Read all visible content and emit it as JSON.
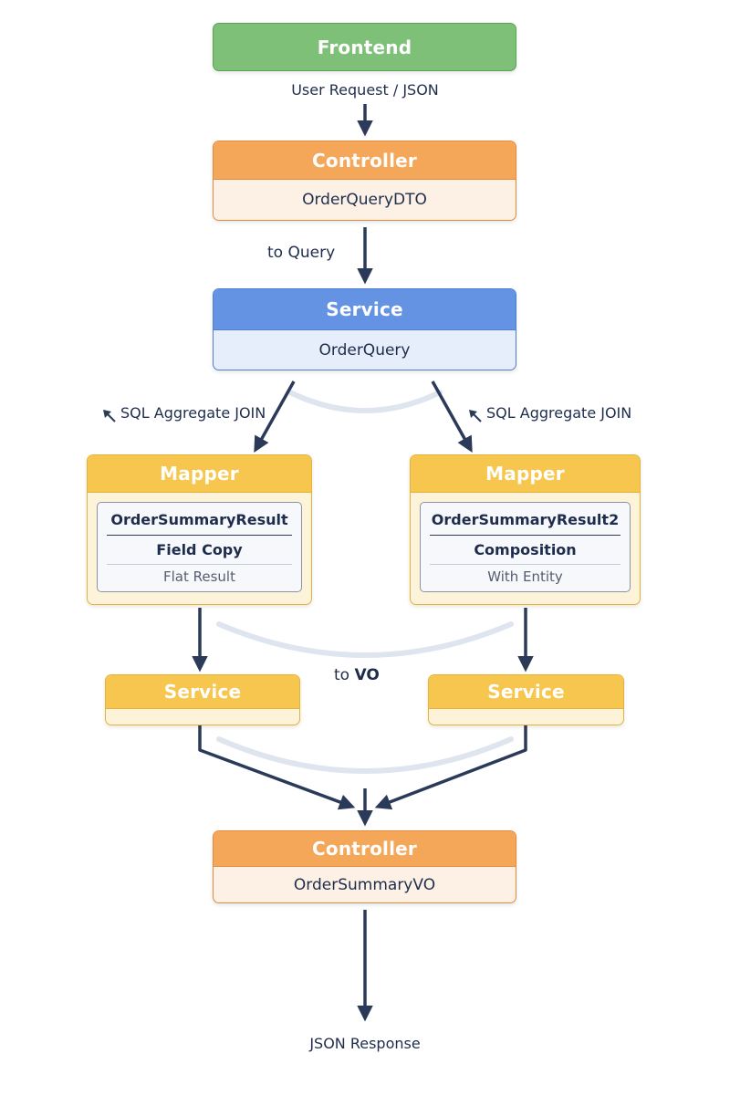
{
  "frontend": {
    "title": "Frontend"
  },
  "edge_request": "User Request / JSON",
  "controller_top": {
    "title": "Controller",
    "object": "OrderQueryDTO"
  },
  "edge_to_query": "to Query",
  "service_top": {
    "title": "Service",
    "object": "OrderQuery"
  },
  "edge_sql_left": "SQL Aggregate JOIN",
  "edge_sql_right": "SQL Aggregate JOIN",
  "mapper_left": {
    "title": "Mapper",
    "result": "OrderSummaryResult",
    "strategy": "Field Copy",
    "note": "Flat Result"
  },
  "mapper_right": {
    "title": "Mapper",
    "result": "OrderSummaryResult2",
    "strategy": "Composition",
    "note": "With Entity"
  },
  "edge_to_vo": {
    "prefix": "to",
    "suffix": "VO"
  },
  "service_left": {
    "title": "Service"
  },
  "service_right": {
    "title": "Service"
  },
  "controller_bottom": {
    "title": "Controller",
    "object": "OrderSummaryVO"
  },
  "edge_response": "JSON Response"
}
